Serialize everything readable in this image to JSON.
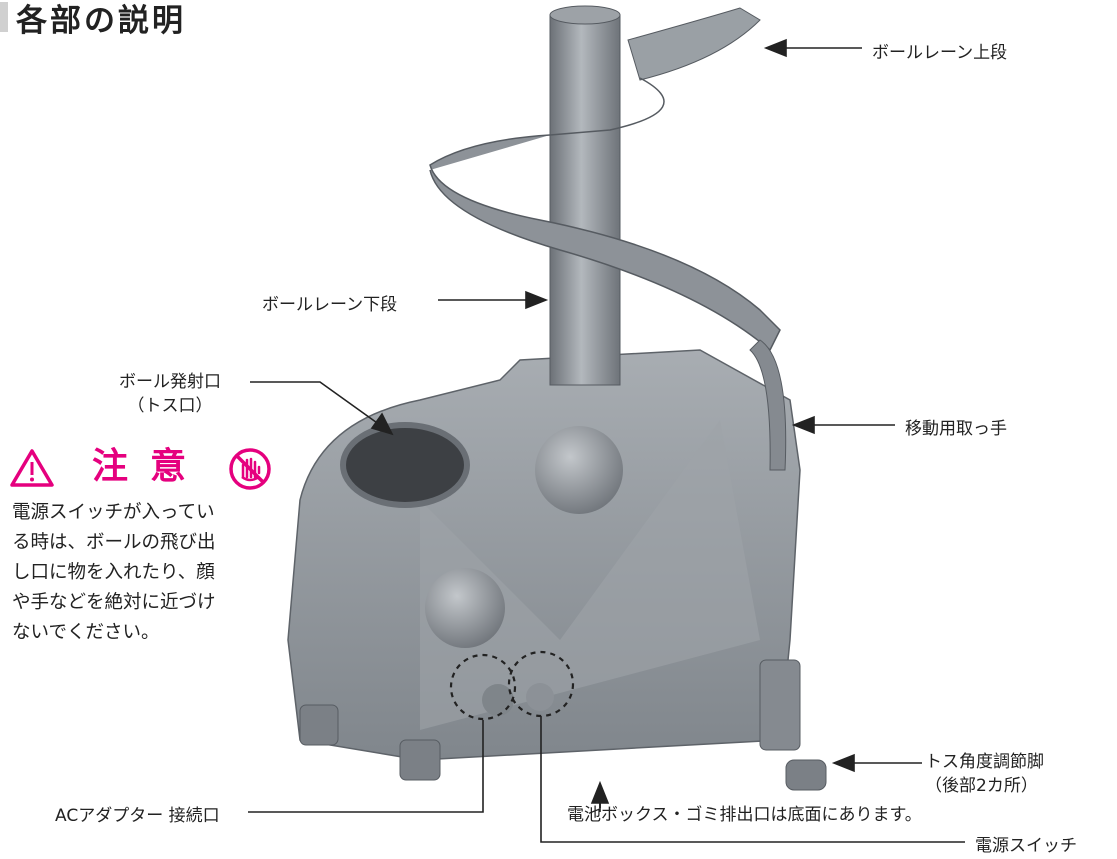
{
  "title": "各部の説明",
  "labels": {
    "upper_lane": "ボールレーン上段",
    "lower_lane": "ボールレーン下段",
    "launch_port": "ボール発射口",
    "launch_port_sub": "（トス口）",
    "handle": "移動用取っ手",
    "toss_foot": "トス角度調節脚",
    "toss_foot_sub": "（後部2カ所）",
    "battery_box": "電池ボックス・ゴミ排出口は底面にあります。",
    "ac_port": "ACアダプター 接続口",
    "power_switch": "電源スイッチ"
  },
  "warning": {
    "heading": "注意",
    "text_lines": [
      "電源スイッチが入ってい",
      "る時は、ボールの飛び出",
      "し口に物を入れたり、顔",
      "や手などを絶対に近づけ",
      "ないでください。"
    ]
  },
  "colors": {
    "warning": "#e5007e",
    "text": "#222222",
    "machine": "#8f959b"
  }
}
